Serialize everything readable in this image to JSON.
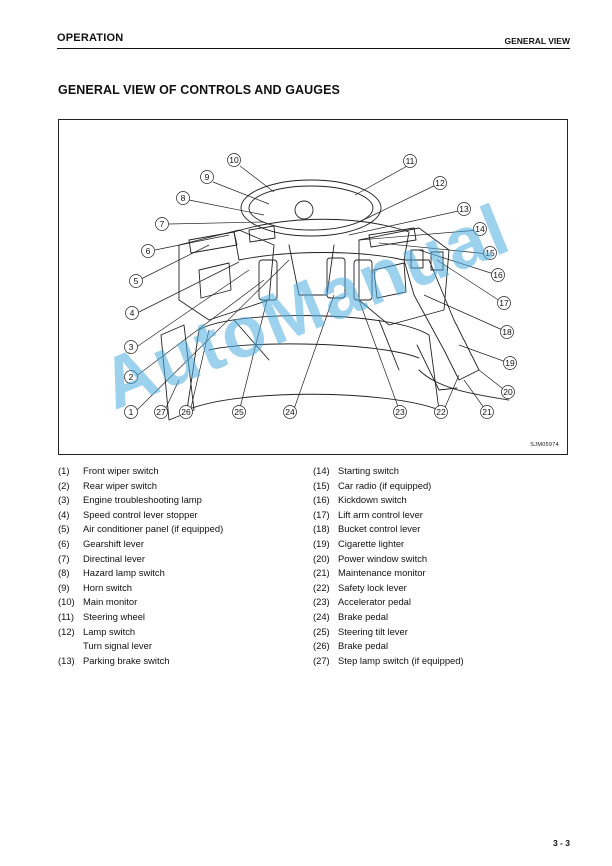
{
  "header": {
    "section": "OPERATION",
    "chapter": "GENERAL VIEW"
  },
  "title": "GENERAL VIEW OF CONTROLS AND GAUGES",
  "figure": {
    "code": "SJM05974",
    "callouts": [
      "1",
      "2",
      "3",
      "4",
      "5",
      "6",
      "7",
      "8",
      "9",
      "10",
      "11",
      "12",
      "13",
      "14",
      "15",
      "16",
      "17",
      "18",
      "19",
      "20",
      "21",
      "22",
      "23",
      "24",
      "25",
      "26",
      "27"
    ]
  },
  "legend_left": [
    {
      "num": "(1)",
      "label": "Front wiper switch"
    },
    {
      "num": "(2)",
      "label": "Rear wiper switch"
    },
    {
      "num": "(3)",
      "label": "Engine troubleshooting lamp"
    },
    {
      "num": "(4)",
      "label": "Speed control lever stopper"
    },
    {
      "num": "(5)",
      "label": "Air conditioner panel (if equipped)"
    },
    {
      "num": "(6)",
      "label": "Gearshift lever"
    },
    {
      "num": "(7)",
      "label": "Directinal lever"
    },
    {
      "num": "(8)",
      "label": "Hazard lamp switch"
    },
    {
      "num": "(9)",
      "label": "Horn switch"
    },
    {
      "num": "(10)",
      "label": "Main monitor"
    },
    {
      "num": "(11)",
      "label": "Steering wheel"
    },
    {
      "num": "(12)",
      "label": "Lamp switch"
    },
    {
      "num": "",
      "label": "Turn signal lever"
    },
    {
      "num": "(13)",
      "label": "Parking brake switch"
    }
  ],
  "legend_right": [
    {
      "num": "(14)",
      "label": "Starting switch"
    },
    {
      "num": "(15)",
      "label": "Car radio (if equipped)"
    },
    {
      "num": "(16)",
      "label": "Kickdown switch"
    },
    {
      "num": "(17)",
      "label": "Lift arm control lever"
    },
    {
      "num": "(18)",
      "label": "Bucket control lever"
    },
    {
      "num": "(19)",
      "label": "Cigarette lighter"
    },
    {
      "num": "(20)",
      "label": "Power window switch"
    },
    {
      "num": "(21)",
      "label": "Maintenance monitor"
    },
    {
      "num": "(22)",
      "label": "Safety lock lever"
    },
    {
      "num": "(23)",
      "label": "Accelerator pedal"
    },
    {
      "num": "(24)",
      "label": "Brake pedal"
    },
    {
      "num": "(25)",
      "label": "Steering tilt lever"
    },
    {
      "num": "(26)",
      "label": "Brake pedal"
    },
    {
      "num": "(27)",
      "label": "Step lamp switch (if equipped)"
    }
  ],
  "watermark": "AutoManual",
  "page_number": "3 - 3"
}
